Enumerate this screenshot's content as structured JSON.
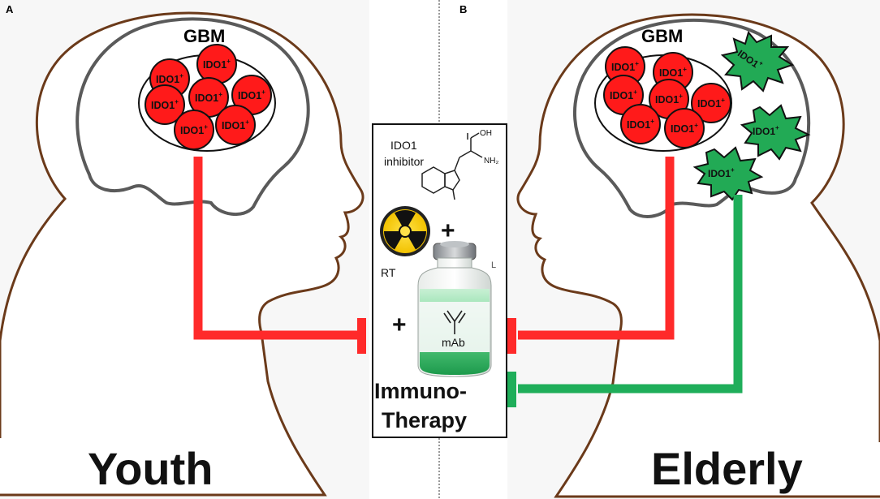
{
  "panels": {
    "left_letter": "A",
    "right_letter": "B"
  },
  "left": {
    "tumor_label": "GBM",
    "cell_label": "IDO1",
    "cell_sup": "+",
    "age_label": "Youth"
  },
  "right": {
    "tumor_label": "GBM",
    "cell_label": "IDO1",
    "cell_sup": "+",
    "age_label": "Elderly"
  },
  "therapy": {
    "inhibitor_line1": "IDO1",
    "inhibitor_line2": "inhibitor",
    "chem_oh": "OH",
    "chem_nh2": "NH₂",
    "plus": "+",
    "rt_label": "RT",
    "antibody_label": "mAb",
    "stray_mark": "L",
    "immuno_line1": "Immuno-",
    "immuno_line2": "Therapy"
  },
  "colors": {
    "tumor_red": "#ff1a1a",
    "burst_green": "#22aa55",
    "inhibit_red": "#ff2a2a",
    "inhibit_green": "#1fae5a",
    "head_outline": "#6b3a1a",
    "brain_outline": "#5a5a5a"
  }
}
